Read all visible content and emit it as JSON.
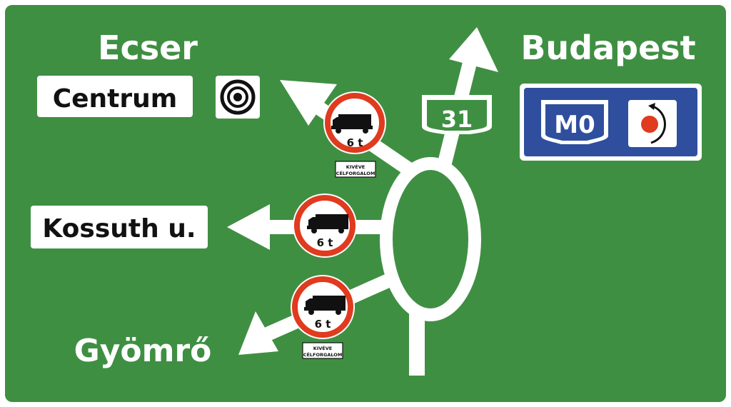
{
  "sign": {
    "background_color": "#3f8f43",
    "border_color": "#ffffff",
    "destinations": {
      "top_left": "Ecser",
      "top_right": "Budapest",
      "bottom_left": "Gyömrő"
    },
    "panels": {
      "centrum": "Centrum",
      "kossuth": "Kossuth u.",
      "road_number": "31",
      "motorway": "M0"
    },
    "motorway_panel_color": "#2f4f9e",
    "restriction_signs": [
      {
        "weight": "6 t",
        "plate_line1": "KIVÉVE",
        "plate_line2": "CÉLFORGALOM"
      },
      {
        "weight": "6 t"
      },
      {
        "weight": "6 t",
        "plate_line1": "KIVÉVE",
        "plate_line2": "CÉLFORGALOM"
      }
    ],
    "icons": [
      "city-centre-icon",
      "motorway-junction-icon",
      "truck-icon"
    ]
  }
}
